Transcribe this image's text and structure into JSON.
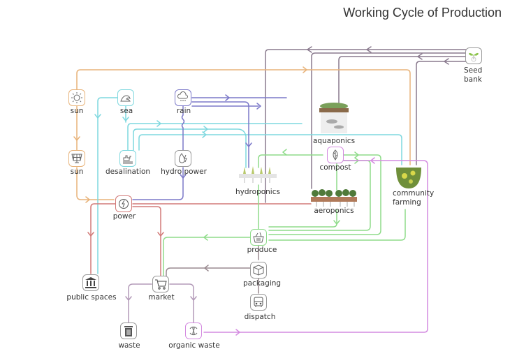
{
  "title": "Working Cycle of Production",
  "colors": {
    "sun": "#e8b37a",
    "sea": "#7fd8df",
    "rain": "#7b78c9",
    "power": "#d27a78",
    "seed": "#8a7a8e",
    "green": "#8fdc8a",
    "organic": "#d48be0",
    "market": "#b39ab8",
    "packaging": "#9a8a90"
  },
  "nodes": {
    "sun_top": {
      "label": "sun",
      "icon": "sun-icon"
    },
    "sun_panel": {
      "label": "sun",
      "icon": "solar-panel-icon"
    },
    "sea": {
      "label": "sea",
      "icon": "wave-icon"
    },
    "rain": {
      "label": "rain",
      "icon": "rain-cloud-icon"
    },
    "desalination": {
      "label": "desalination",
      "icon": "desalination-plant-icon"
    },
    "hydro_power": {
      "label": "hydro power",
      "icon": "water-lightning-icon"
    },
    "power": {
      "label": "power",
      "icon": "power-cycle-icon"
    },
    "hydroponics": {
      "label": "hydroponics",
      "icon": "hydroponics-image"
    },
    "aquaponics": {
      "label": "aquaponics",
      "icon": "aquaponics-image"
    },
    "compost": {
      "label": "compost",
      "icon": "leaf-icon"
    },
    "aeroponics": {
      "label": "aeroponics",
      "icon": "aeroponics-image"
    },
    "community_farming": {
      "label_line1": "community",
      "label_line2": "farming",
      "icon": "community-farming-image"
    },
    "seed_bank": {
      "label_line1": "Seed",
      "label_line2": "bank",
      "icon": "sprout-icon"
    },
    "produce": {
      "label": "produce",
      "icon": "basket-icon"
    },
    "packaging": {
      "label": "packaging",
      "icon": "box-icon"
    },
    "dispatch": {
      "label": "dispatch",
      "icon": "bus-icon"
    },
    "public_spaces": {
      "label": "public spaces",
      "icon": "building-columns-icon"
    },
    "market": {
      "label": "market",
      "icon": "shopping-cart-icon"
    },
    "waste": {
      "label": "waste",
      "icon": "trash-bin-icon"
    },
    "organic_waste": {
      "label": "organic waste",
      "icon": "recycle-icon"
    }
  }
}
